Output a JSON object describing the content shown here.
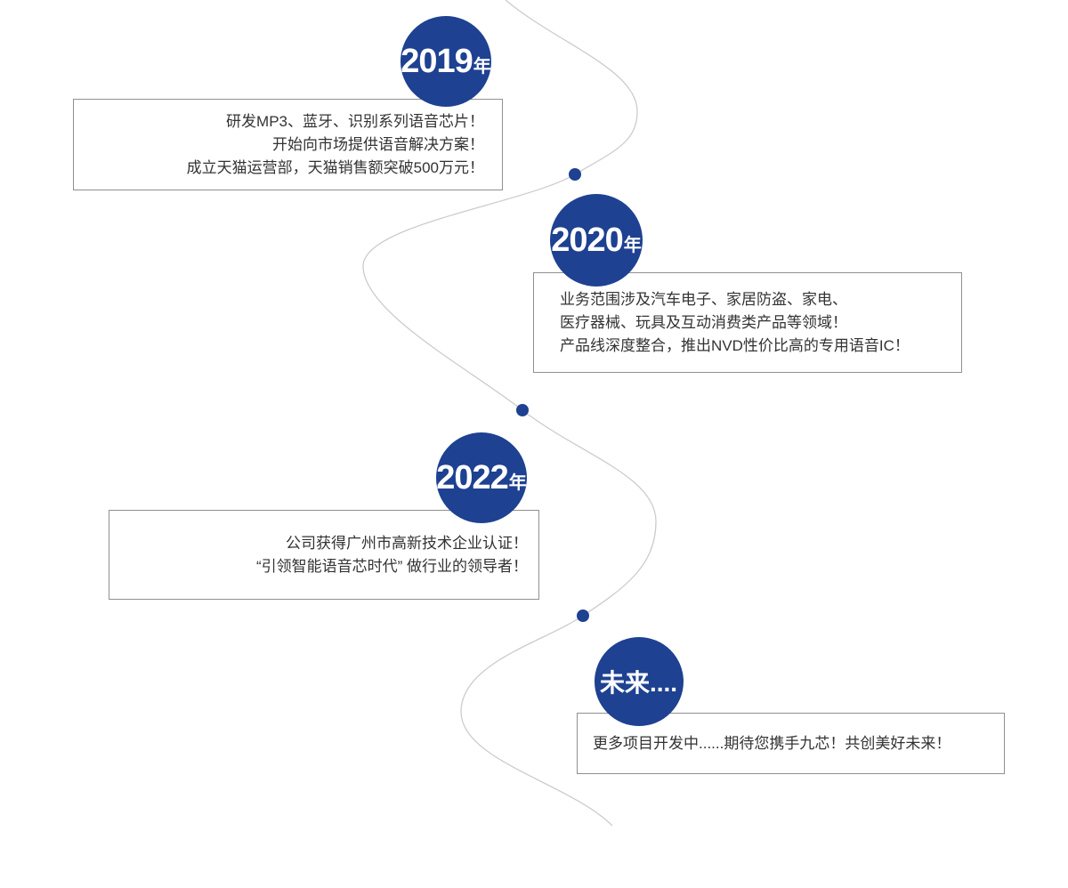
{
  "theme": {
    "circle_color": "#1e4191",
    "line_color": "#cccccc",
    "box_border_color": "#909090",
    "text_color": "#333333",
    "page_bg": "#ffffff"
  },
  "milestones": [
    {
      "year": "2019",
      "year_suffix": "年",
      "lines": [
        "研发MP3、蓝牙、识别系列语音芯片！",
        "开始向市场提供语音解决方案！",
        "成立天猫运营部，天猫销售额突破500万元！"
      ]
    },
    {
      "year": "2020",
      "year_suffix": "年",
      "lines": [
        "业务范围涉及汽车电子、家居防盗、家电、",
        "医疗器械、玩具及互动消费类产品等领域！",
        "产品线深度整合，推出NVD性价比高的专用语音IC！"
      ]
    },
    {
      "year": "2022",
      "year_suffix": "年",
      "lines": [
        "公司获得广州市高新技术企业认证！",
        "“引领智能语音芯时代” 做行业的领导者！"
      ]
    },
    {
      "year": "未来....",
      "year_suffix": "",
      "lines": [
        "更多项目开发中......期待您携手九芯！共创美好未来！"
      ]
    }
  ]
}
